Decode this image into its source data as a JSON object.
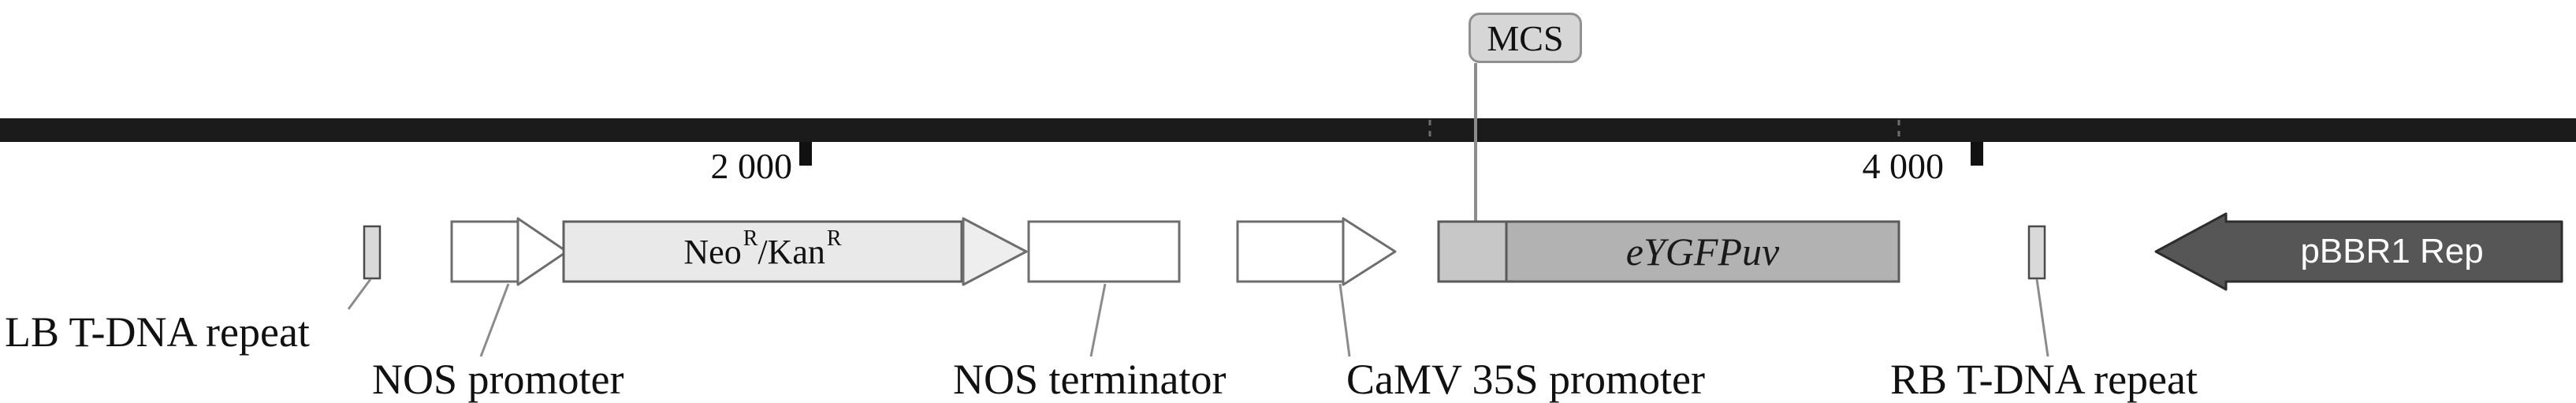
{
  "plasmid_map": {
    "callout": {
      "mcs": "MCS"
    },
    "ruler": {
      "tick_2000": "2 000",
      "tick_4000": "4 000"
    },
    "features": {
      "lb_tdna": "LB T-DNA repeat",
      "nos_promoter": "NOS promoter",
      "neo_kan": {
        "base1": "Neo",
        "sup1": "R",
        "base2": "/Kan",
        "sup2": "R"
      },
      "nos_terminator": "NOS terminator",
      "camv_promoter": "CaMV 35S promoter",
      "gene": "eYGFPuv",
      "rb_tdna": "RB T-DNA repeat",
      "pbbr1": "pBBR1 Rep"
    },
    "colors": {
      "backbone": "#1b1b1b",
      "outline": "#6e6e6e",
      "neo_kan_fill": "#e9e9e9",
      "gene_fill": "#b2b2b2",
      "mcs_segment_fill": "#c7c7c7",
      "tdna_fill": "#d9d9d9",
      "pbbr1_fill": "#565656",
      "callout_fill": "#d6d6d6",
      "leader_line": "#8c8c8c"
    }
  }
}
